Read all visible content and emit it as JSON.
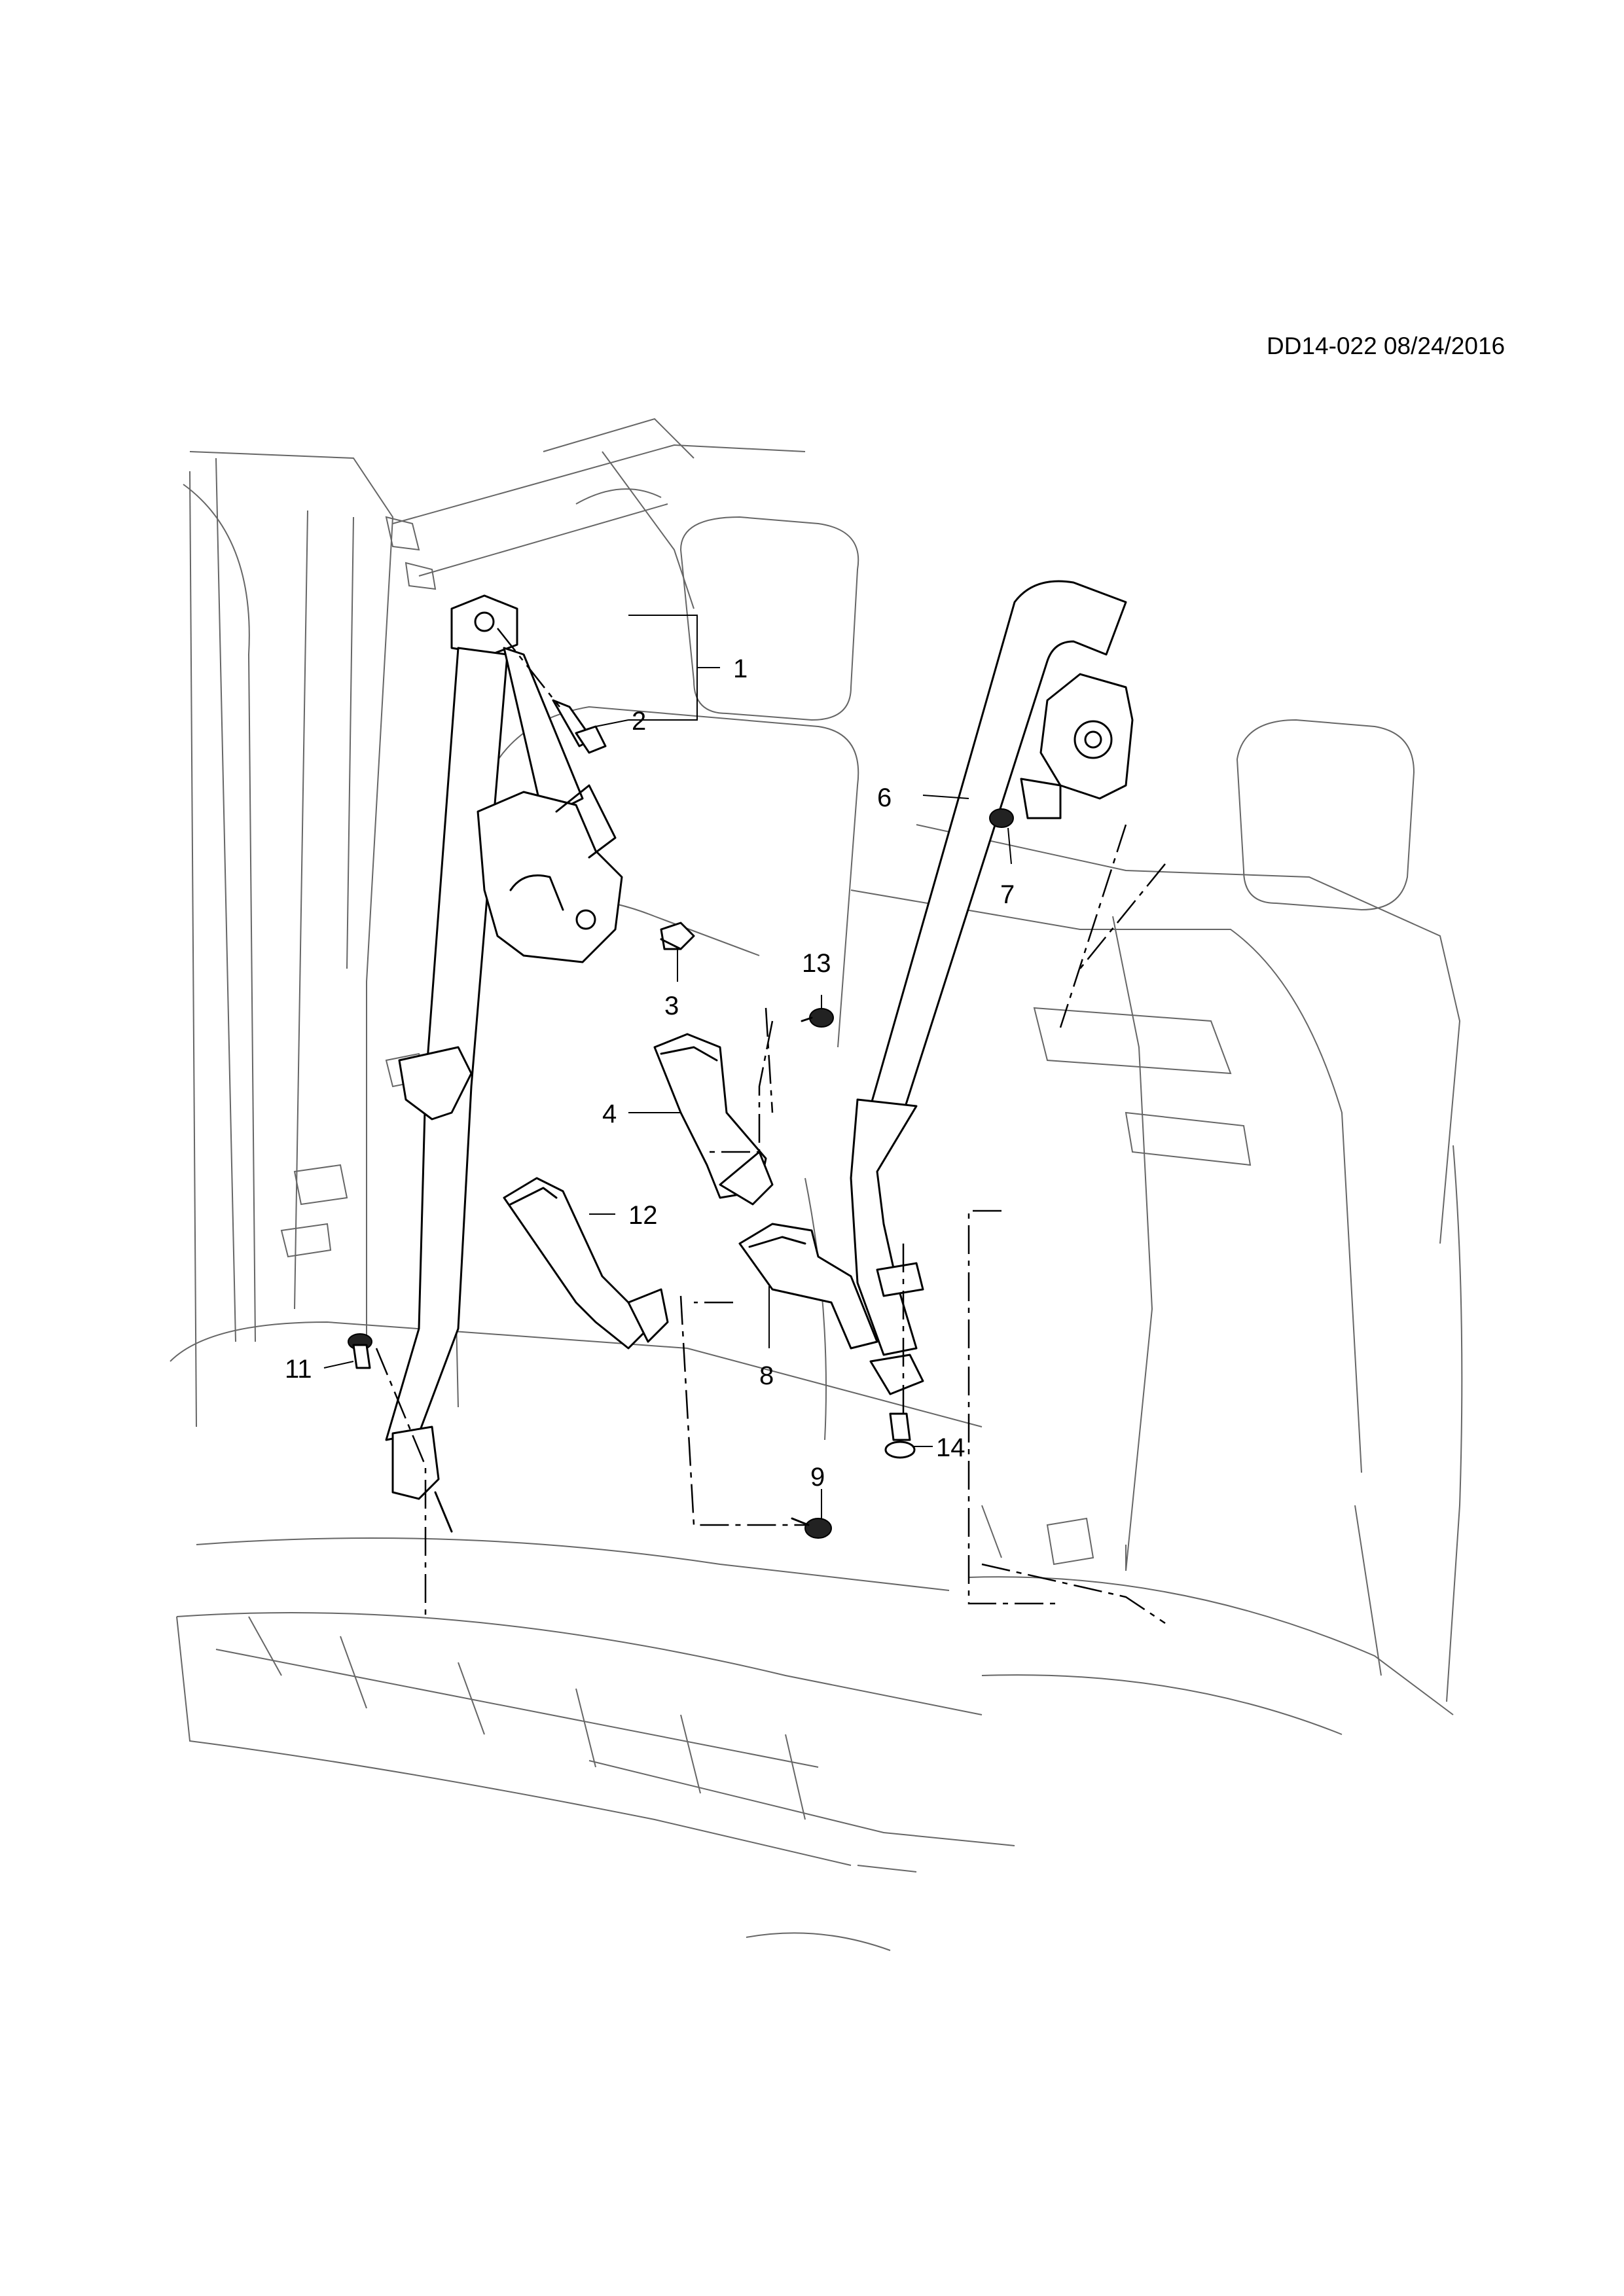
{
  "document": {
    "id_text": "DD14-022 08/24/2016"
  },
  "callouts": [
    {
      "id": "c1",
      "label": "1"
    },
    {
      "id": "c2",
      "label": "2"
    },
    {
      "id": "c3",
      "label": "3"
    },
    {
      "id": "c4",
      "label": "4"
    },
    {
      "id": "c6",
      "label": "6"
    },
    {
      "id": "c7",
      "label": "7"
    },
    {
      "id": "c8",
      "label": "8"
    },
    {
      "id": "c9",
      "label": "9"
    },
    {
      "id": "c11",
      "label": "11"
    },
    {
      "id": "c12",
      "label": "12"
    },
    {
      "id": "c13",
      "label": "13"
    },
    {
      "id": "c14",
      "label": "14"
    }
  ],
  "colors": {
    "line": "#000000",
    "background": "#ffffff"
  }
}
